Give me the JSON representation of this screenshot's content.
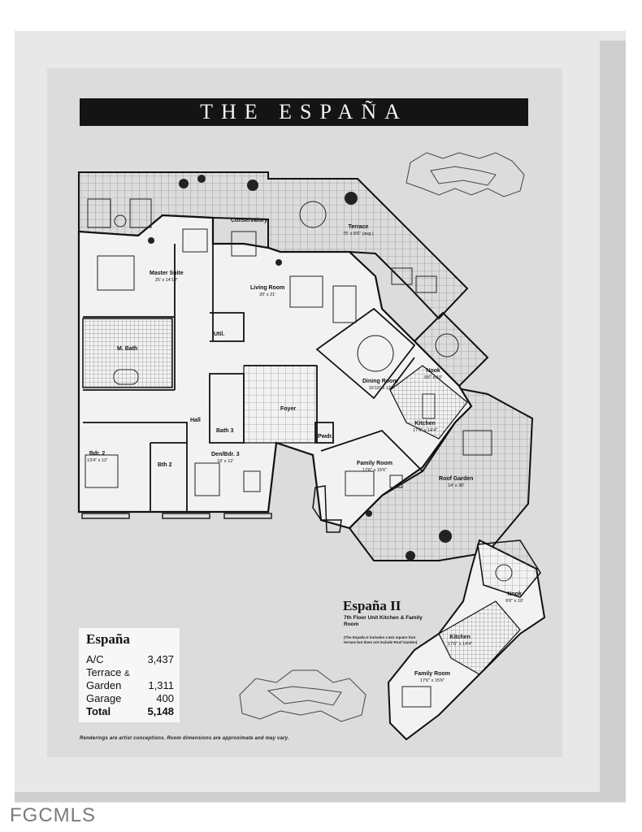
{
  "title": "THE ESPAÑA",
  "rooms": {
    "terrace": {
      "label": "Terrace",
      "dim": "75' x 8'6\" (avg.)"
    },
    "conservatory": {
      "label": "Conservatory"
    },
    "master_suite": {
      "label": "Master Suite",
      "dim": "25' x 14'10\""
    },
    "living_room": {
      "label": "Living Room",
      "dim": "20' x 21'"
    },
    "util": {
      "label": "Util."
    },
    "m_bath": {
      "label": "M. Bath"
    },
    "dining_room": {
      "label": "Dining Room",
      "dim": "16'10\" x 13'"
    },
    "nook": {
      "label": "Nook",
      "dim": "9'6\" x 10'"
    },
    "kitchen": {
      "label": "Kitchen",
      "dim": "17'6\" x 14'4\""
    },
    "foyer": {
      "label": "Foyer"
    },
    "hall": {
      "label": "Hall"
    },
    "bath3": {
      "label": "Bath 3"
    },
    "powder": {
      "label": "Pwdr."
    },
    "family_room": {
      "label": "Family Room",
      "dim": "17'6\" x 15'6\""
    },
    "roof_garden": {
      "label": "Roof Garden",
      "dim": "14' x 36'"
    },
    "bdr2": {
      "label": "Bdr. 2",
      "dim": "13'4\" x 12'"
    },
    "bath2": {
      "label": "Bth 2"
    },
    "den": {
      "label": "Den/Bdr. 3",
      "dim": "16' x 12'"
    }
  },
  "espana2": {
    "title": "España II",
    "desc": "7th Floor Unit Kitchen & Family Room",
    "note": "(The España II includes a 641 square foot terrace but does not include Roof Garden)",
    "nook": {
      "label": "Nook",
      "dim": "9'6\" x 10'"
    },
    "kitchen": {
      "label": "Kitchen",
      "dim": "17'6\" x 14'4\""
    },
    "family_room": {
      "label": "Family Room",
      "dim": "17'6\" x 15'6\""
    }
  },
  "stats": {
    "brand": "España",
    "ac_label": "A/C",
    "ac_value": "3,437",
    "terrace_label": "Terrace",
    "amp": "&",
    "garden_label": "Garden",
    "garden_value": "1,311",
    "garage_label": "Garage",
    "garage_value": "400",
    "total_label": "Total",
    "total_value": "5,148"
  },
  "disclaimer": "Renderings are artist conceptions. Room dimensions are approximate and may vary.",
  "watermark": "FGCMLS"
}
